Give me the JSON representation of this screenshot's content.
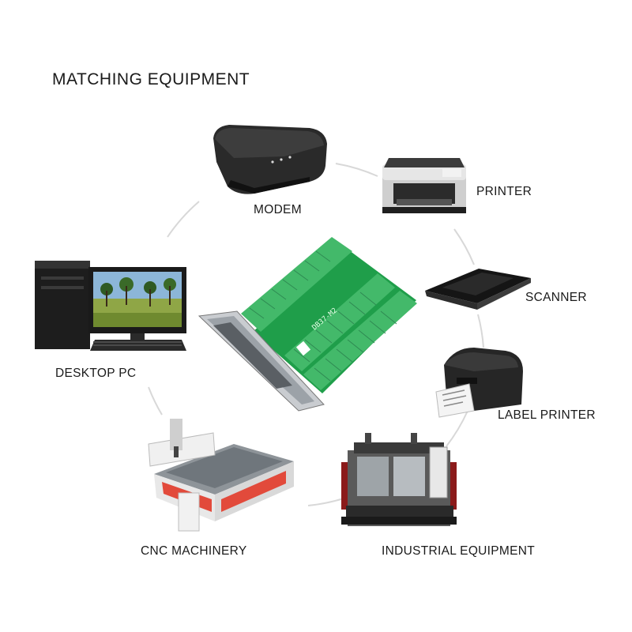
{
  "title": "MATCHING EQUIPMENT",
  "board_silkscreen": "DB37-M2",
  "items": [
    {
      "label": "MODEM",
      "icon": "modem-icon"
    },
    {
      "label": "PRINTER",
      "icon": "printer-icon"
    },
    {
      "label": "SCANNER",
      "icon": "scanner-icon"
    },
    {
      "label": "LABEL PRINTER",
      "icon": "label-printer-icon"
    },
    {
      "label": "INDUSTRIAL EQUIPMENT",
      "icon": "industrial-equipment-icon"
    },
    {
      "label": "CNC MACHINERY",
      "icon": "cnc-machine-icon"
    },
    {
      "label": "DESKTOP PC",
      "icon": "desktop-pc-icon"
    }
  ],
  "colors": {
    "pcb": "#1f9e4a",
    "terminal": "#43b96a",
    "circle": "#d6d6d6",
    "text": "#1a1a1a"
  }
}
